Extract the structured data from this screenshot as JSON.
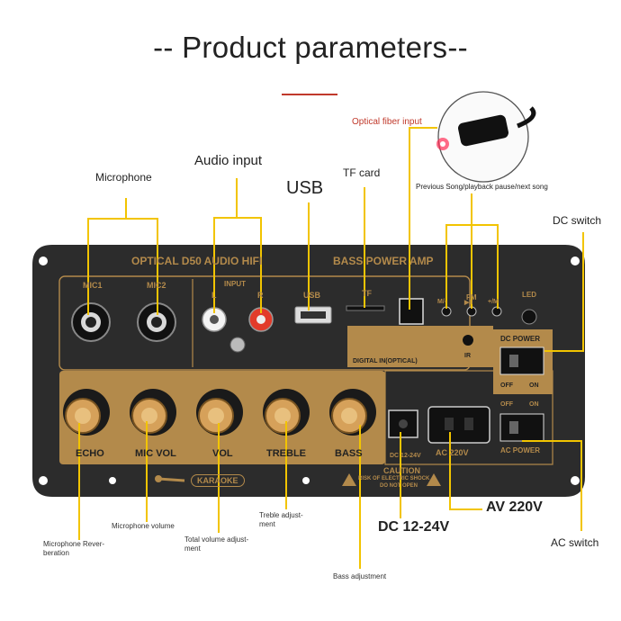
{
  "title": "-- Product parameters--",
  "callouts": {
    "microphone": "Microphone",
    "audio_input": "Audio input",
    "usb": "USB",
    "tf_card": "TF card",
    "optical_fiber_input": "Optical fiber input",
    "song_controls": "Previous Song/playback pause/next song",
    "dc_switch": "DC switch",
    "microphone_volume": "Microphone volume",
    "microphone_reverberation_l1": "Microphone Rever-",
    "microphone_reverberation_l2": "beration",
    "total_volume_l1": "Total volume adjust-",
    "total_volume_l2": "ment",
    "treble_l1": "Treble adjust-",
    "treble_l2": "ment",
    "bass_adjustment": "Bass adjustment",
    "dc_voltage": "DC 12-24V",
    "ac_voltage": "AV 220V",
    "ac_switch": "AC switch"
  },
  "board": {
    "header_left": "OPTICAL D50 AUDIO HIFI",
    "header_right": "BASS POWER AMP",
    "mic1": "MIC1",
    "mic2": "MIC2",
    "input": "INPUT",
    "input_l": "L",
    "input_r": "R",
    "usb": "USB",
    "tf": "TF",
    "fm": "FM",
    "fm_prev": "M/-",
    "fm_play": "▶II",
    "fm_next": "+/M",
    "led": "LED",
    "digital_in": "DIGITAL IN(OPTICAL)",
    "ir": "IR",
    "dc_power": "DC POWER",
    "off": "OFF",
    "on": "ON",
    "ac_power": "AC POWER",
    "dc_rating": "DC 12-24V",
    "ac_rating": "AC 220V",
    "knob_echo": "ECHO",
    "knob_mic_vol": "MIC VOL",
    "knob_vol": "VOL",
    "knob_treble": "TREBLE",
    "knob_bass": "BASS",
    "karaoke": "KARAOKE",
    "caution": "CAUTION",
    "caution_l1": "RISK OF ELECTRIC SHOCK",
    "caution_l2": "DO NOT OPEN"
  },
  "colors": {
    "callout_line": "#f2c400",
    "plate": "#2a2a2a",
    "gold": "#b38a4b",
    "accent_red": "#c0392b"
  }
}
